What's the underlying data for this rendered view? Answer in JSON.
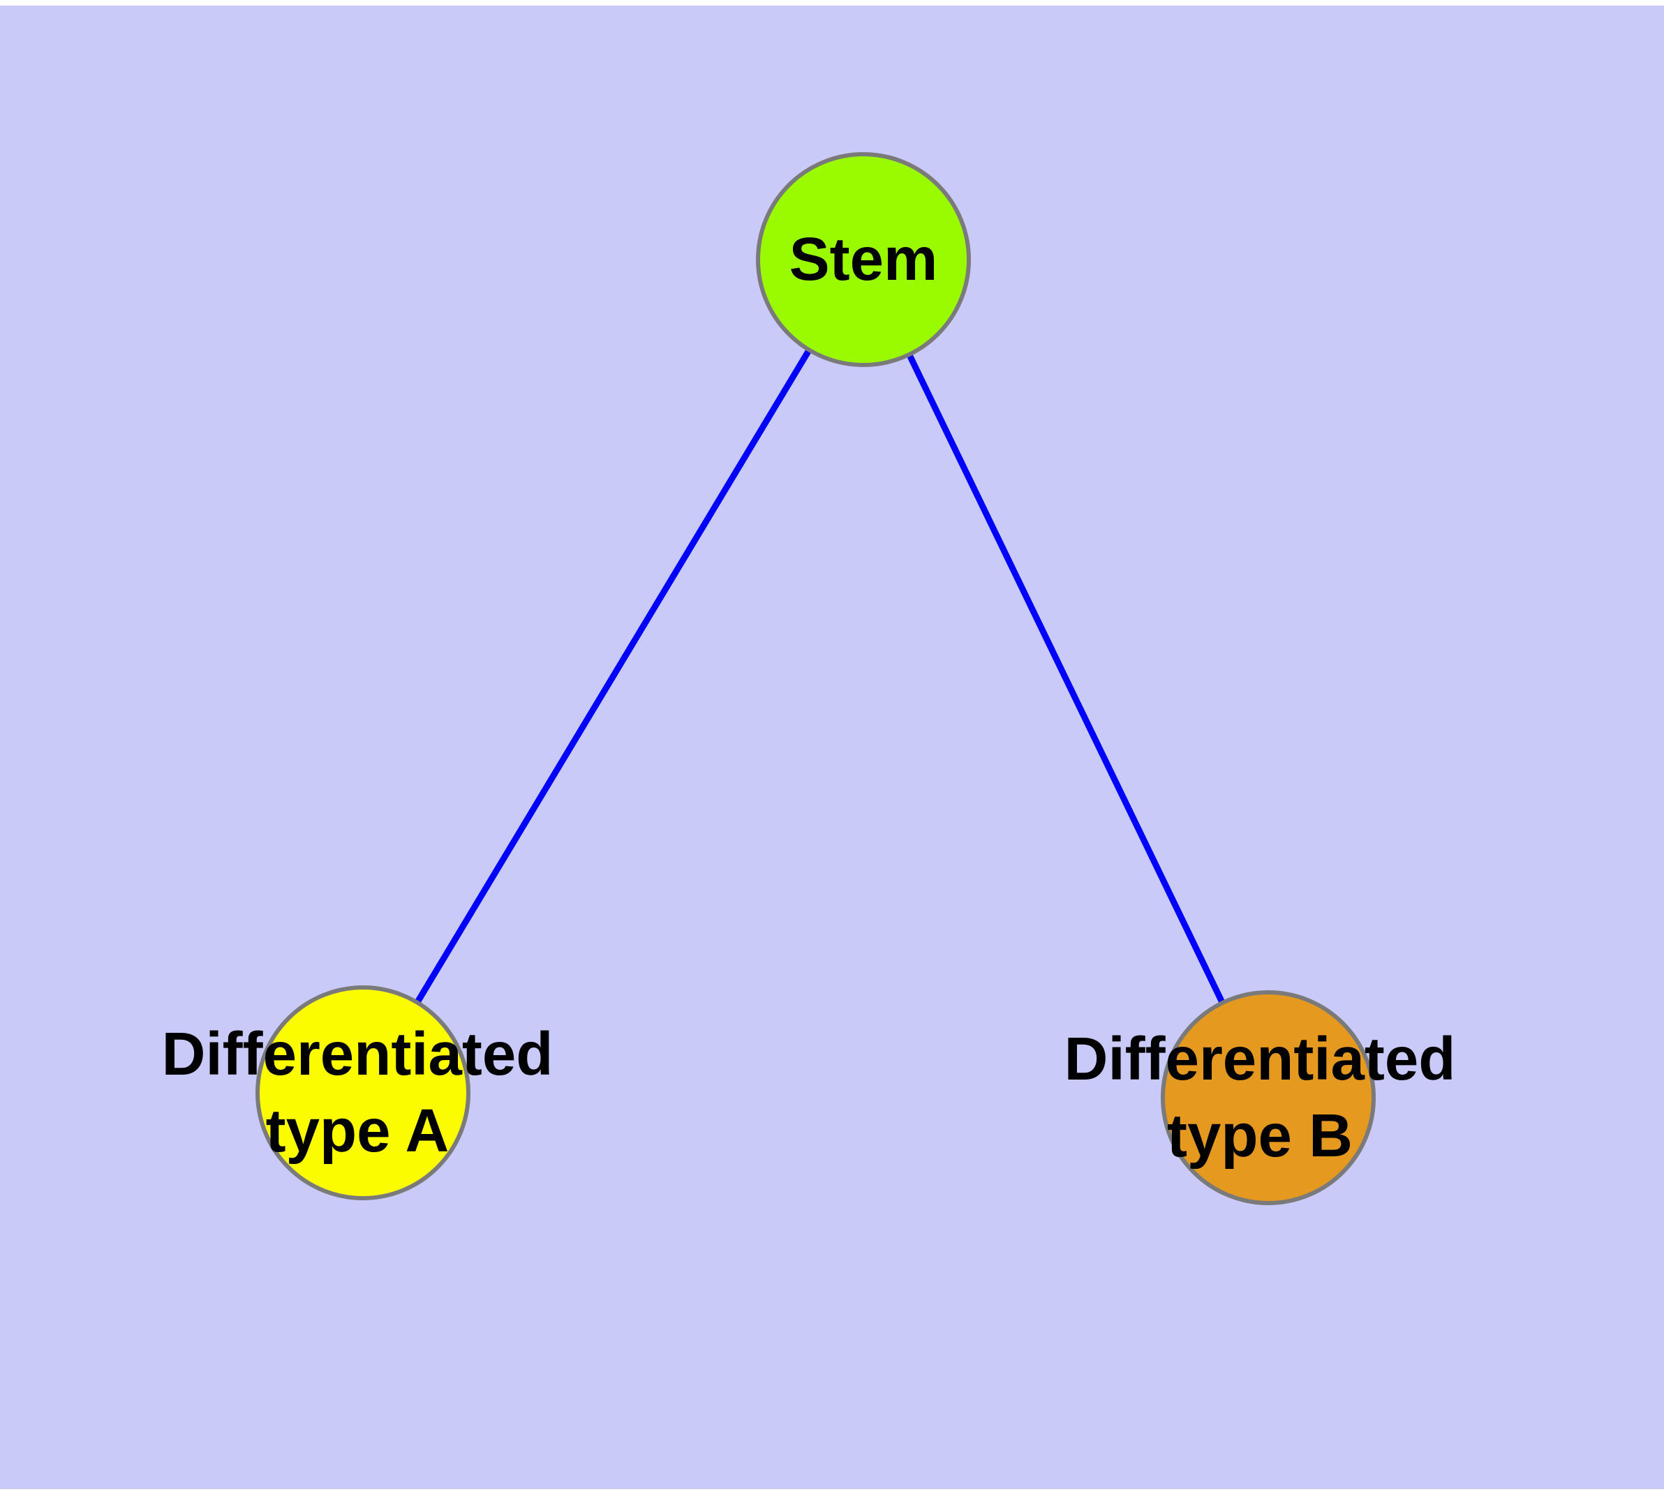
{
  "diagram": {
    "type": "graph",
    "background_color": "#cacaf9",
    "frame_color": "#ffffff",
    "edge_color": "#0000ff",
    "node_border_color": "#7a7a7a",
    "label_color": "#000000",
    "nodes": [
      {
        "id": "stem",
        "label": "Stem",
        "line1": "Stem",
        "fill": "#9afb00"
      },
      {
        "id": "differentiated-type-a",
        "label": "Differentiated type A",
        "line1": "Differentiated",
        "line2": "type A",
        "fill": "#fcfc00"
      },
      {
        "id": "differentiated-type-b",
        "label": "Differentiated type B",
        "line1": "Differentiated",
        "line2": "type B",
        "fill": "#e6991f"
      }
    ],
    "edges": [
      {
        "from": "stem",
        "to": "differentiated-type-a"
      },
      {
        "from": "stem",
        "to": "differentiated-type-b"
      }
    ]
  }
}
